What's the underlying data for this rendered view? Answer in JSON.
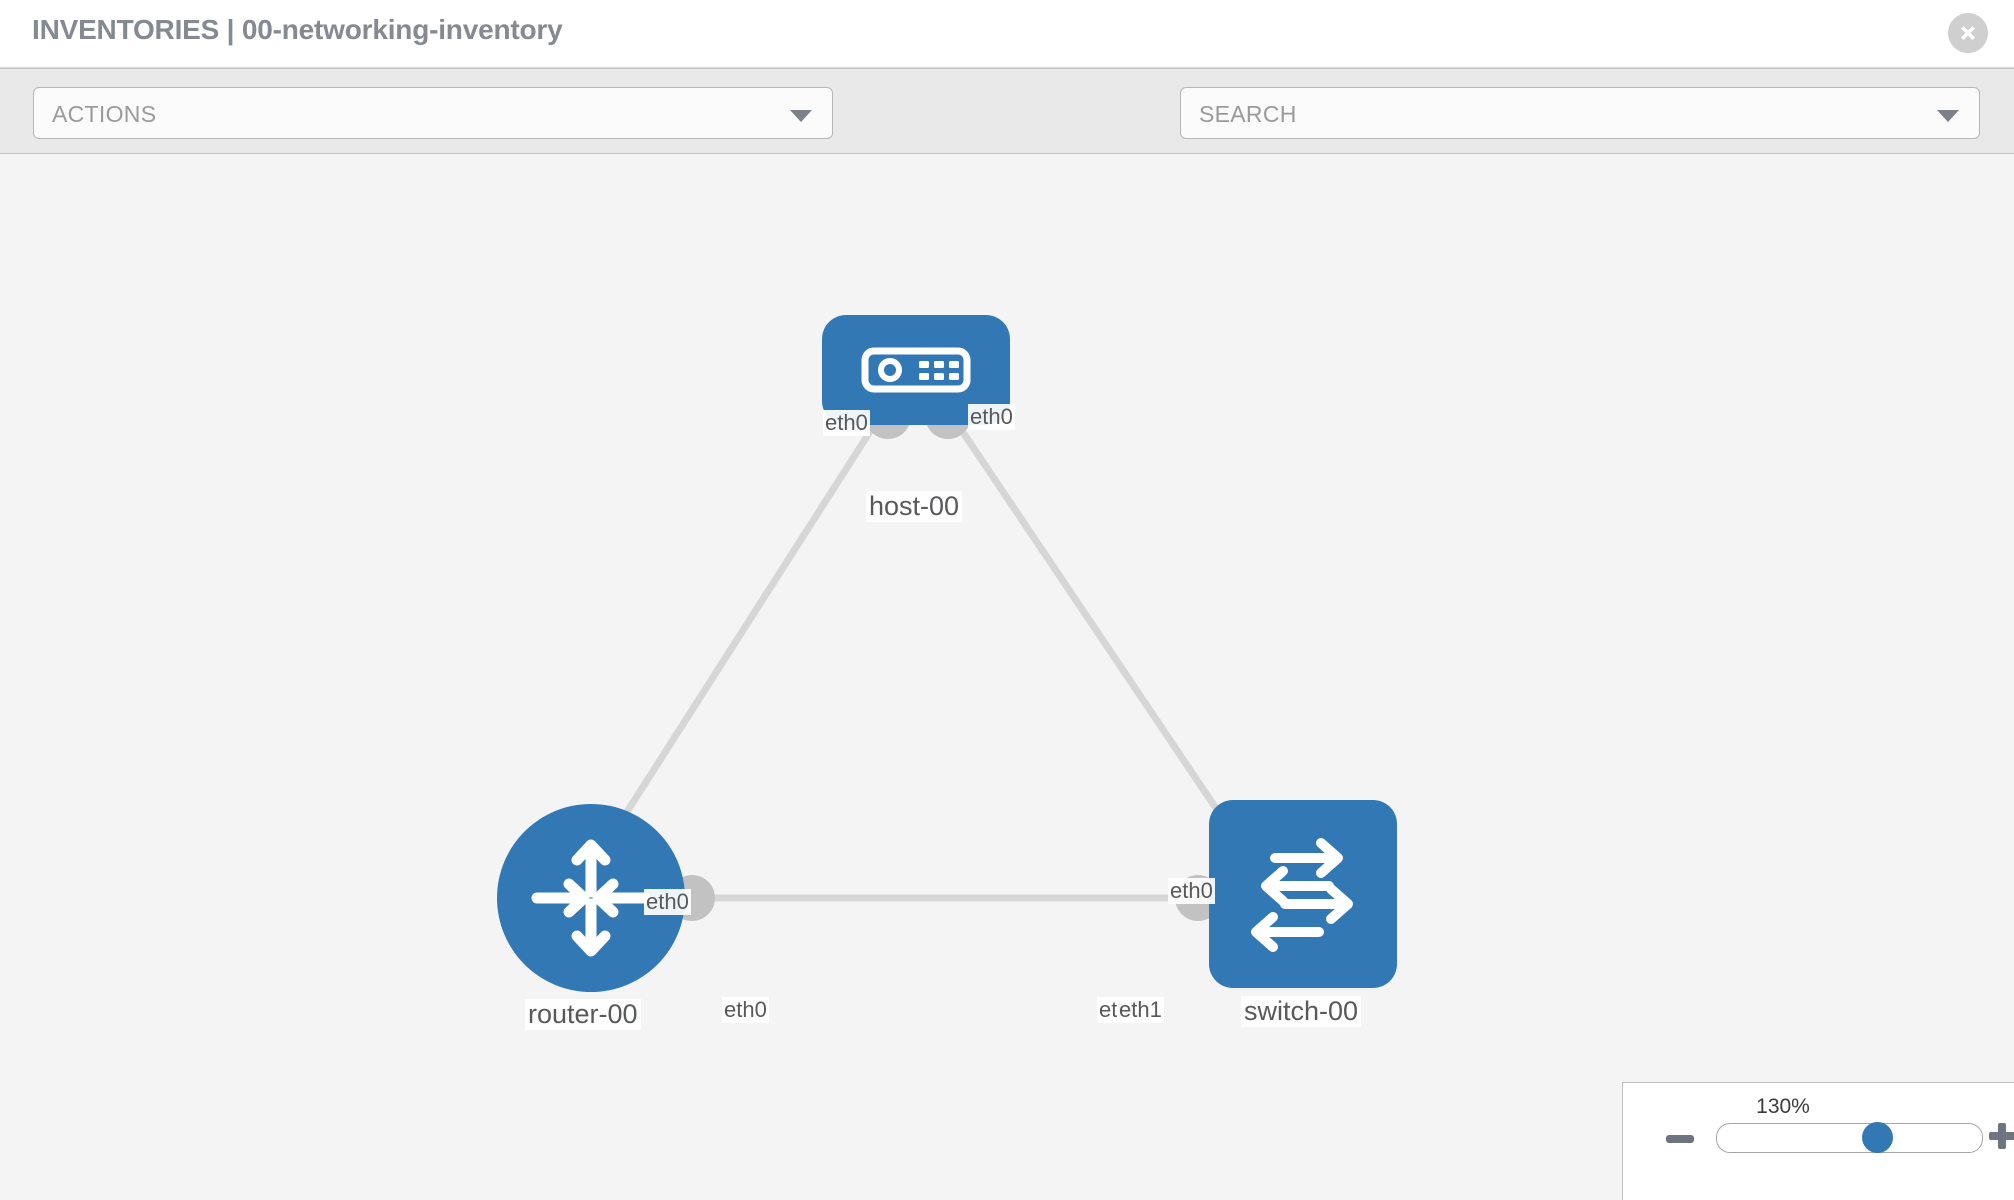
{
  "header": {
    "title": "INVENTORIES | 00-networking-inventory",
    "close_label": "close-icon"
  },
  "toolbar": {
    "actions_label": "ACTIONS",
    "search_placeholder": "SEARCH",
    "wrench_icon": "wrench-icon",
    "key_icon": "key-icon"
  },
  "topology": {
    "nodes": [
      {
        "id": "host-00",
        "label": "host-00",
        "type": "host",
        "color": "#3178b5"
      },
      {
        "id": "router-00",
        "label": "router-00",
        "type": "router",
        "color": "#3178b5"
      },
      {
        "id": "switch-00",
        "label": "switch-00",
        "type": "switch",
        "color": "#3178b5"
      }
    ],
    "link_labels": {
      "host_left": "eth0",
      "host_right": "eth0",
      "router_up": "eth0",
      "switch_up": "eth0",
      "router_right": "eth0",
      "switch_left_under": "eth0",
      "switch_left": "eth1"
    }
  },
  "zoom_control": {
    "value": "130%",
    "minus_label": "zoom-out",
    "plus_label": "zoom-in"
  },
  "colors": {
    "accent": "#3178b5",
    "canvas_bg": "#f4f4f4",
    "toolbar_bg": "#e9e9e9",
    "text_muted": "#848992",
    "port": "#c2c2c2",
    "link": "#d6d6d6"
  }
}
